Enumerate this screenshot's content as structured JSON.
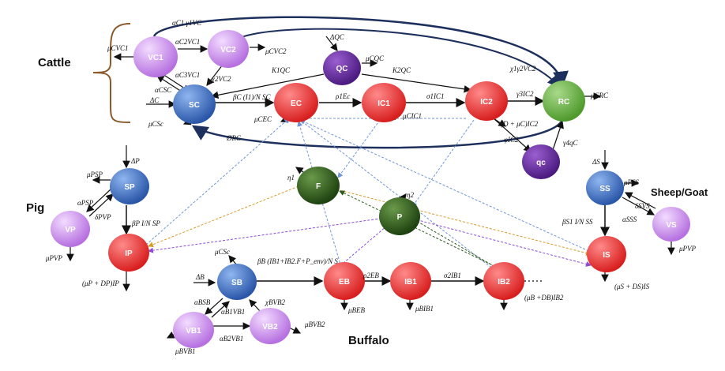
{
  "groups": {
    "cattle": "Cattle",
    "pig": "Pig",
    "sheep_goat": "Sheep/Goat",
    "buffalo": "Buffalo"
  },
  "nodes": {
    "VC1": "VC1",
    "VC2": "VC2",
    "QC": "QC",
    "SC": "SC",
    "EC": "EC",
    "IC1": "IC1",
    "IC2": "IC2",
    "RC": "RC",
    "qc": "qc",
    "F": "F",
    "P": "P",
    "SP": "SP",
    "VP": "VP",
    "IP": "IP",
    "SS": "SS",
    "VS": "VS",
    "IS": "IS",
    "SB": "SB",
    "EB": "EB",
    "IB1": "IB1",
    "IB2": "IB2",
    "VB1": "VB1",
    "VB2": "VB2"
  },
  "labels": {
    "ac1_g1_vc": "αC1 γ1VC",
    "muc_vc1": "μCVC1",
    "ac2_vc1": "αC2VC1",
    "muc_vc2": "μCVC2",
    "delta_qc": "ΔQC",
    "muc_qc": "μCQC",
    "ac3_vc1": "αC3VC1",
    "chi2_vc2": "χ2VC2",
    "k1_qc": "K1QC",
    "k2_qc": "K2QC",
    "chi1_g2_vc2": "χ1γ2VC2",
    "ac_sc": "αCSC",
    "delta_c": "ΔC",
    "beta_c": "βC (I1)/N SC",
    "rho1_ec": "ρ1Ec",
    "sigma1_ic1": "σ1IC1",
    "g3_ic2": "γ3IC2",
    "muc_rc": "μCRC",
    "muc_sc": "μCSc",
    "muc_ec": "μCEC",
    "muc_ic1": "μCIC1",
    "d_muc_ic2": "(D + μC)IC2",
    "phi_rc": "ØRC",
    "phi_ic2": "φIC2",
    "g4_qc": "γ4qC",
    "eta1": "η1",
    "eta2": "η2",
    "delta_p": "ΔP",
    "mup_sp": "μPSP",
    "ap_sp": "αPSP",
    "dp_vp": "δPVP",
    "bp": "βP I/N SP",
    "mup_vp": "μPVP",
    "mup_dp_ip": "(μP + DP)IP",
    "delta_s": "ΔS",
    "mup_ss": "μPSS",
    "ds_vs": "δSVS",
    "as_ss": "αSSS",
    "bs1": "βS1 I/N SS",
    "mup_vp_s": "μPVP",
    "mus_ds_is": "(μS + DS)IS",
    "delta_b": "ΔB",
    "muc_sc_b": "μCSc",
    "bb": "βB (IB1+IB2.F+P_env)/N S",
    "rho2_eb": "ρ2EB",
    "sigma2_ib1": "σ2IB1",
    "mub_eb": "μBEB",
    "mub_ib1": "μBIB1",
    "mub_db_ib2": "(μB +DB)IB2",
    "ab_sb": "αBSB",
    "chib_vb2": "χBVB2",
    "ab1_vb1": "αB1VB1",
    "mub_vb1": "μBVB1",
    "mub_vb2": "μBVB2",
    "ab2_vb1": "αB2VB1"
  },
  "colors": {
    "vaccinated": "#c88ce8",
    "quarantine": "#6a2aa0",
    "susceptible": "#3f72c8",
    "infected": "#e83b3b",
    "recovered": "#6ab04c",
    "environment": "#2e5a1c"
  }
}
